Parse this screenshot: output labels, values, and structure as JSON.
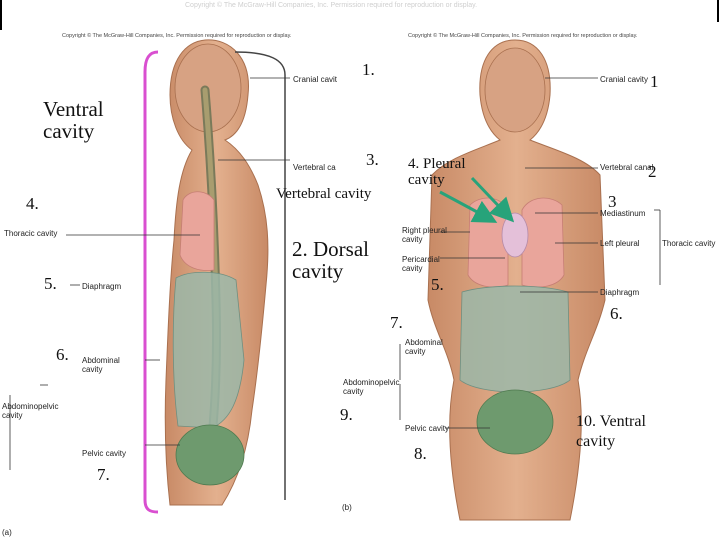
{
  "copyright_top": "Copyright © The McGraw-Hill Companies, Inc. Permission required for reproduction or display.",
  "copyright_a": "Copyright © The McGraw-Hill Companies, Inc. Permission required for reproduction or display.",
  "copyright_b": "Copyright © The McGraw-Hill Companies, Inc. Permission required for reproduction or display.",
  "panel_a": {
    "cranial": "Cranial cavit",
    "vertebral": "Vertebral ca",
    "thoracic": "Thoracic cavity",
    "diaphragm": "Diaphragm",
    "abdominal_1": "Abdominal",
    "abdominal_2": "cavity",
    "abdominopelvic_1": "Abdominopelvic",
    "abdominopelvic_2": "cavity",
    "pelvic": "Pelvic cavity",
    "caption": "(a)"
  },
  "panel_b": {
    "cranial": "Cranial cavity",
    "vertebral": "Vertebral canal",
    "right_pleural_1": "Right pleural",
    "right_pleural_2": "cavity",
    "pericardial_1": "Pericardial",
    "pericardial_2": "cavity",
    "mediastinum": "Mediastinum",
    "left_pleural": "Left pleural",
    "thoracic": "Thoracic cavity",
    "diaphragm": "Diaphragm",
    "abdominal_1": "Abdominal",
    "abdominal_2": "cavity",
    "abdominopelvic_1": "Abdominopelvic",
    "abdominopelvic_2": "cavity",
    "pelvic": "Pelvic cavity",
    "caption": "(b)"
  },
  "annotations": {
    "n1a": "1.",
    "n1b": "1",
    "n2": "2",
    "n3a": "3.",
    "n3b": "3",
    "n4": "4.",
    "n5a": "5.",
    "n5b": "5.",
    "n6a": "6.",
    "n6b": "6.",
    "n7a": "7.",
    "n7b": "7.",
    "n8": "8.",
    "n9": "9.",
    "ventral_1": "Ventral",
    "ventral_2": "cavity",
    "vertebral_cavity": "Vertebral cavity",
    "dorsal_1": "2. Dorsal",
    "dorsal_2": "cavity",
    "pleural_1": "4. Pleural",
    "pleural_2": "cavity",
    "ventral10_1": "10. Ventral",
    "ventral10_2": "cavity"
  },
  "colors": {
    "magenta_bracket": "#d94fd0",
    "arrow_green": "#27a37a",
    "skin": "#d9a27f",
    "lung": "#e9a59b",
    "abdomen": "#9bb7a8",
    "pelvis": "#6e9a6e"
  }
}
